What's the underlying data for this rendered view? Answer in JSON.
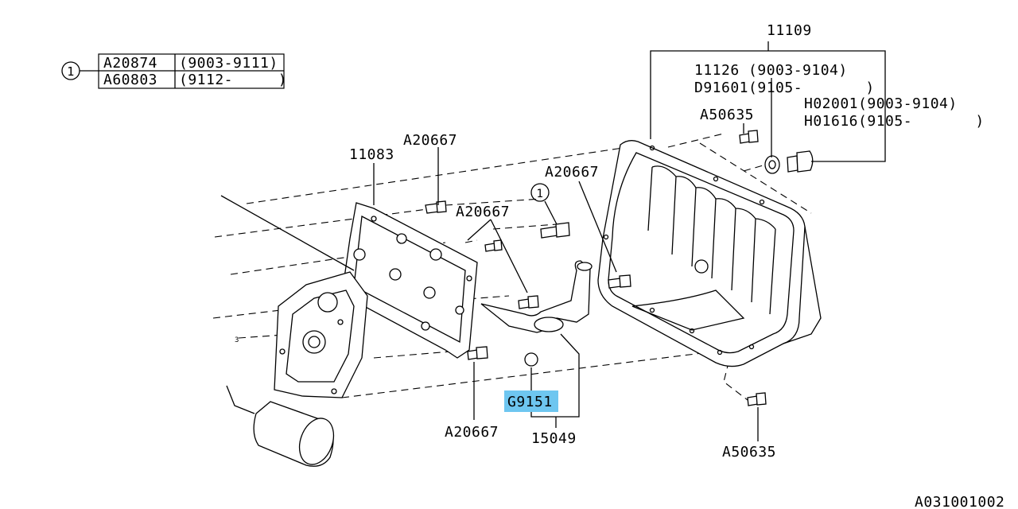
{
  "legend": {
    "callout": "1",
    "rows": [
      {
        "part": "A20874",
        "range": "(9003-9111)"
      },
      {
        "part": "A60803",
        "range": "(9112-     )"
      }
    ]
  },
  "labels": {
    "p11109": "11109",
    "p11126": "11126 (9003-9104)",
    "pD91601": "D91601(9105-       )",
    "pA50635_top": "A50635",
    "pH02001": "H02001(9003-9104)",
    "pH01616": "H01616(9105-       )",
    "p11083": "11083",
    "pA20667_a": "A20667",
    "pA20667_b": "A20667",
    "pA20667_c": "A20667",
    "pA20667_d": "A20667",
    "callout1": "1",
    "pG9151": "G9151",
    "p15049": "15049",
    "pA50635_bottom": "A50635",
    "small3": "3",
    "diagram_id": "A031001002"
  },
  "colors": {
    "highlight": "#6ec6f0",
    "ink": "#000000"
  }
}
